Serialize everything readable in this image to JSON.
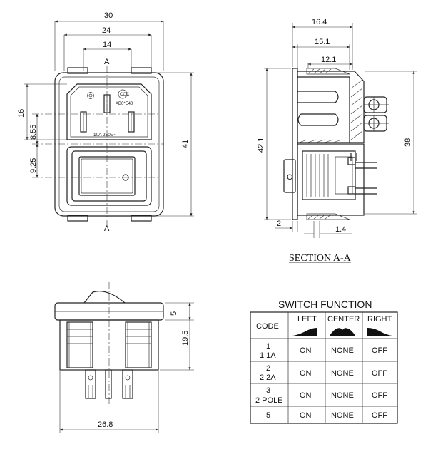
{
  "front_view": {
    "dims": {
      "d_30": "30",
      "d_24": "24",
      "d_14": "14",
      "d_16": "16",
      "d_855": "8.55",
      "d_925": "9.25",
      "d_41": "41"
    },
    "section_marks": [
      "A",
      "A"
    ],
    "socket_rating": "10A 250V~",
    "socket_marks": [
      "CQC",
      "AB0*E40"
    ]
  },
  "side_view": {
    "dims": {
      "d_164": "16.4",
      "d_151": "15.1",
      "d_121": "12.1",
      "d_421": "42.1",
      "d_38": "38",
      "d_2": "2",
      "d_14": "1.4"
    },
    "rocker_symbol": "O"
  },
  "section_label": "SECTION A-A",
  "bottom_view": {
    "dims": {
      "d_5": "5",
      "d_195": "19.5",
      "d_268": "26.8"
    }
  },
  "switch_function": {
    "title": "SWITCH FUNCTION",
    "headers": [
      "CODE",
      "LEFT",
      "CENTER",
      "RIGHT"
    ],
    "rows": [
      {
        "code": [
          "1",
          "1 1A"
        ],
        "left": "ON",
        "center": "NONE",
        "right": "OFF"
      },
      {
        "code": [
          "2",
          "2 2A"
        ],
        "left": "ON",
        "center": "NONE",
        "right": "OFF"
      },
      {
        "code": [
          "3",
          "2 POLE"
        ],
        "left": "ON",
        "center": "NONE",
        "right": "OFF"
      },
      {
        "code": [
          "5"
        ],
        "left": "ON",
        "center": "NONE",
        "right": "OFF"
      }
    ]
  }
}
